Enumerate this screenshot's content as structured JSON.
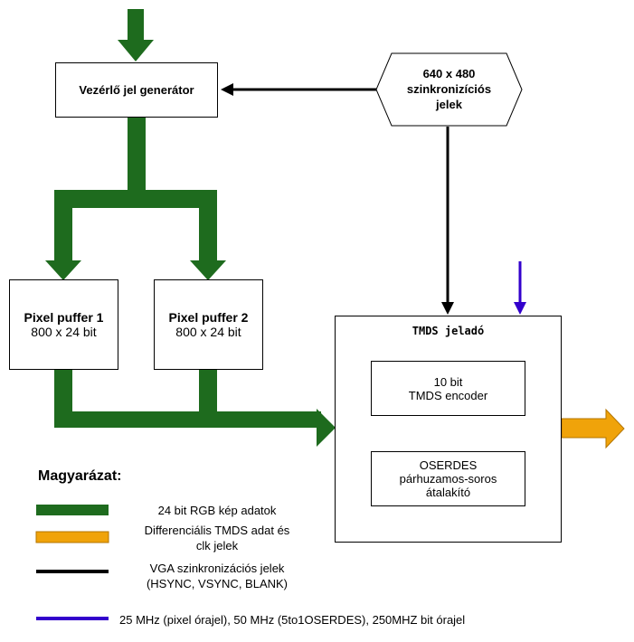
{
  "control_gen": {
    "label": "Vezérlő jel generátor"
  },
  "sync_source": {
    "line1": "640 x 480",
    "line2": "szinkronizíciós",
    "line3": "jelek"
  },
  "buffer1": {
    "title": "Pixel puffer 1",
    "size": "800 x 24 bit"
  },
  "buffer2": {
    "title": "Pixel puffer 2",
    "size": "800 x 24 bit"
  },
  "tmds": {
    "title": "TMDS jeladó",
    "encoder": {
      "line1": "10 bit",
      "line2": "TMDS encoder"
    },
    "oserdes": {
      "line1": "OSERDES",
      "line2": "párhuzamos-soros",
      "line3": "átalakító"
    }
  },
  "legend": {
    "title": "Magyarázat:",
    "items": [
      {
        "line1": "24 bit RGB kép adatok",
        "line2": "",
        "color": "#1e6b1e"
      },
      {
        "line1": "Differenciális TMDS adat és",
        "line2": "clk jelek",
        "color": "#f0a30a"
      },
      {
        "line1": "VGA szinkronizációs jelek",
        "line2": "(HSYNC, VSYNC, BLANK)",
        "color": "#000000"
      },
      {
        "line1": "25 MHz (pixel órajel), 50 MHz (5to1OSERDES), 250MHZ bit órajel",
        "line2": "",
        "color": "#3300cc"
      }
    ]
  },
  "colors": {
    "rgb_data": "#1e6b1e",
    "tmds_out": "#f0a30a",
    "sync": "#000000",
    "clock": "#3300cc"
  }
}
